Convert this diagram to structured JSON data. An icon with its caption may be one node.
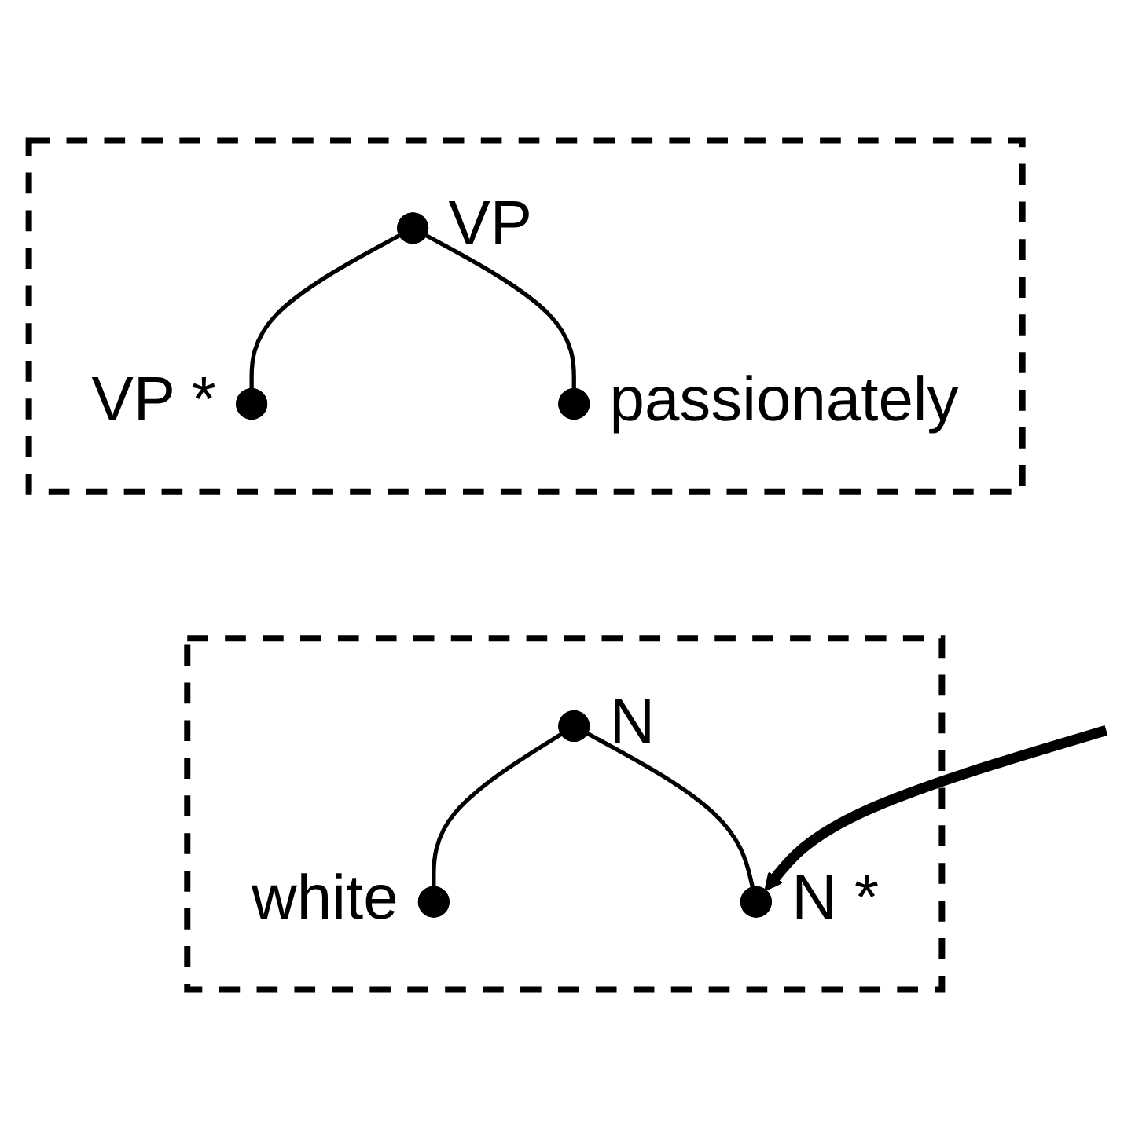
{
  "diagram": {
    "nodes": [
      {
        "text": [],
        "shape": "box"
      },
      {
        "text": [],
        "shape": "circle",
        "beside": [
          "VP"
        ],
        "in": 0
      },
      {
        "text": [],
        "shape": "circle",
        "beside": [
          "VP *"
        ],
        "in": 0
      },
      {
        "text": [],
        "shape": "circle",
        "beside": [
          "passionately"
        ],
        "in": 0
      },
      {
        "text": [],
        "shape": "box"
      },
      {
        "text": [],
        "shape": "circle",
        "beside": [
          "N"
        ],
        "in": 4
      },
      {
        "text": [],
        "shape": "circle",
        "beside": [
          "white"
        ],
        "in": 4
      },
      {
        "text": [],
        "shape": "circle",
        "beside": [
          "N *"
        ],
        "in": 4
      }
    ],
    "edges": [
      {
        "from": 1,
        "to": 2,
        "arrow": "none"
      },
      {
        "from": 1,
        "to": 3,
        "arrow": "none"
      },
      {
        "from": 5,
        "to": 6,
        "arrow": "none"
      },
      {
        "from": 5,
        "to": 7,
        "arrow": "none"
      },
      {
        "from": null,
        "to": 7,
        "arrow": "to",
        "style": "thick"
      }
    ]
  }
}
